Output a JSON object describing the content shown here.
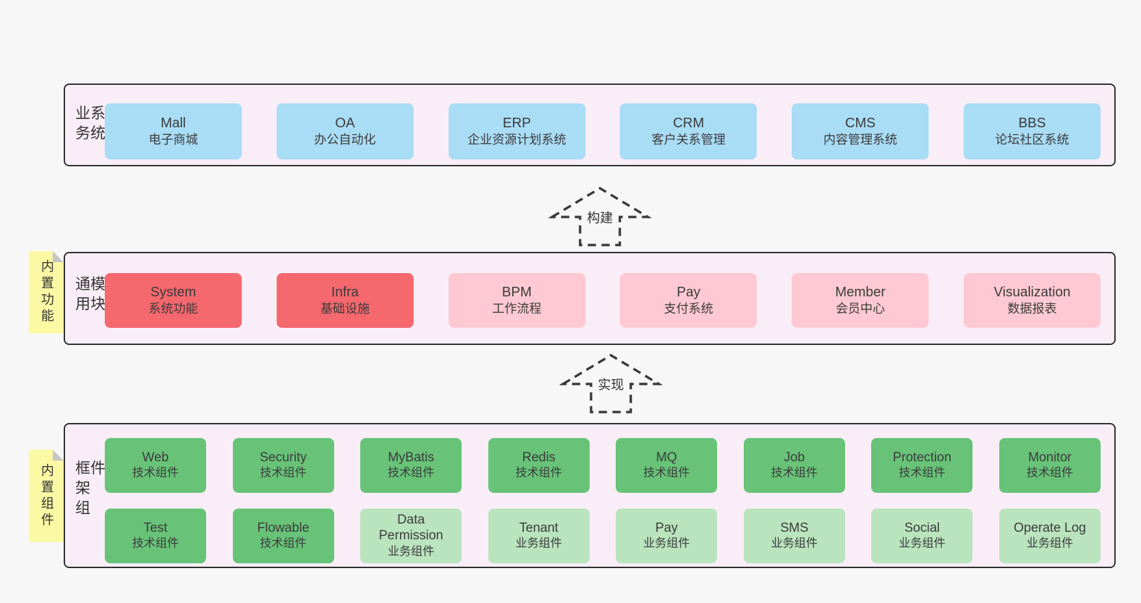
{
  "colors": {
    "page_bg": "#f7f7f7",
    "container_bg": "#f9eef7",
    "container_border": "#2d2d2d",
    "blue": "#a9dcf5",
    "red": "#f5686e",
    "pink": "#fec9d3",
    "green_dark": "#68c378",
    "green_light": "#b9e4be",
    "yellow": "#fcf9a4",
    "fold": "#c6c6c6",
    "text": "#3b3b3b",
    "arrow": "#3a3a3a"
  },
  "arrows": [
    {
      "label": "构建"
    },
    {
      "label": "实现"
    }
  ],
  "layers": [
    {
      "name": "business-systems",
      "side_label": "业务系统",
      "sticky_tab": null,
      "rows": [
        [
          {
            "title": "Mall",
            "subtitle": "电子商城",
            "variant": "blue"
          },
          {
            "title": "OA",
            "subtitle": "办公自动化",
            "variant": "blue"
          },
          {
            "title": "ERP",
            "subtitle": "企业资源计划系统",
            "variant": "blue"
          },
          {
            "title": "CRM",
            "subtitle": "客户关系管理",
            "variant": "blue"
          },
          {
            "title": "CMS",
            "subtitle": "内容管理系统",
            "variant": "blue"
          },
          {
            "title": "BBS",
            "subtitle": "论坛社区系统",
            "variant": "blue"
          }
        ]
      ]
    },
    {
      "name": "common-modules",
      "side_label": "通用模块",
      "sticky_tab": "内置功能",
      "rows": [
        [
          {
            "title": "System",
            "subtitle": "系统功能",
            "variant": "red"
          },
          {
            "title": "Infra",
            "subtitle": "基础设施",
            "variant": "red"
          },
          {
            "title": "BPM",
            "subtitle": "工作流程",
            "variant": "pink"
          },
          {
            "title": "Pay",
            "subtitle": "支付系统",
            "variant": "pink"
          },
          {
            "title": "Member",
            "subtitle": "会员中心",
            "variant": "pink"
          },
          {
            "title": "Visualization",
            "subtitle": "数据报表",
            "variant": "pink"
          }
        ]
      ]
    },
    {
      "name": "framework-components",
      "side_label": "框架组件",
      "sticky_tab": "内置组件",
      "rows": [
        [
          {
            "title": "Web",
            "subtitle": "技术组件",
            "variant": "green-dark"
          },
          {
            "title": "Security",
            "subtitle": "技术组件",
            "variant": "green-dark"
          },
          {
            "title": "MyBatis",
            "subtitle": "技术组件",
            "variant": "green-dark"
          },
          {
            "title": "Redis",
            "subtitle": "技术组件",
            "variant": "green-dark"
          },
          {
            "title": "MQ",
            "subtitle": "技术组件",
            "variant": "green-dark"
          },
          {
            "title": "Job",
            "subtitle": "技术组件",
            "variant": "green-dark"
          },
          {
            "title": "Protection",
            "subtitle": "技术组件",
            "variant": "green-dark"
          },
          {
            "title": "Monitor",
            "subtitle": "技术组件",
            "variant": "green-dark"
          }
        ],
        [
          {
            "title": "Test",
            "subtitle": "技术组件",
            "variant": "green-dark"
          },
          {
            "title": "Flowable",
            "subtitle": "技术组件",
            "variant": "green-dark"
          },
          {
            "title": "Data Permission",
            "subtitle": "业务组件",
            "variant": "green-light"
          },
          {
            "title": "Tenant",
            "subtitle": "业务组件",
            "variant": "green-light"
          },
          {
            "title": "Pay",
            "subtitle": "业务组件",
            "variant": "green-light"
          },
          {
            "title": "SMS",
            "subtitle": "业务组件",
            "variant": "green-light"
          },
          {
            "title": "Social",
            "subtitle": "业务组件",
            "variant": "green-light"
          },
          {
            "title": "Operate Log",
            "subtitle": "业务组件",
            "variant": "green-light"
          }
        ]
      ]
    }
  ]
}
